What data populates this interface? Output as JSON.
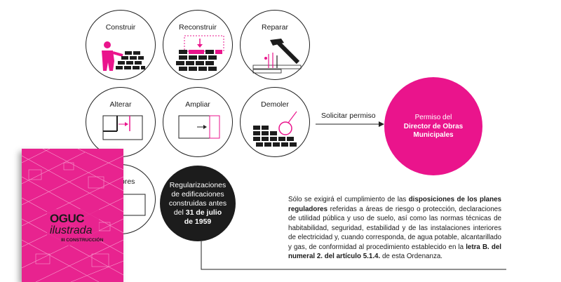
{
  "actions": {
    "construir": "Construir",
    "reconstruir": "Reconstruir",
    "reparar": "Reparar",
    "alterar": "Alterar",
    "ampliar": "Ampliar",
    "demoler": "Demoler",
    "menores": "Menores"
  },
  "regularizacion": {
    "line1": "Regularizaciones",
    "line2": "de edificaciones",
    "line3": "construidas antes",
    "line4_prefix": "del ",
    "line4_bold": "31 de julio",
    "line5_bold": "de 1959"
  },
  "arrow_label": "Solicitar permiso",
  "permiso": {
    "line1": "Permiso del",
    "line2": "Director de Obras",
    "line3": "Municipales"
  },
  "note": {
    "p1": "Sólo se exigirá el cumplimiento de las ",
    "b1": "disposiciones de los planes reguladores",
    "p2": " referidas a áreas de riesgo o protección, declaraciones de utilidad pública y uso de suelo, así como las normas técnicas de habitabilidad, seguridad, estabilidad y de las instalaciones interiores de electricidad y, cuando corresponda, de agua potable, alcantarillado y gas, de conformidad al procedimiento establecido en la ",
    "b2": "letra B. del numeral 2. del artículo 5.1.4.",
    "p3": " de esta Ordenanza."
  },
  "book": {
    "title": "OGUC",
    "subtitle": "ilustrada",
    "volume": "III CONSTRUCCIÓN"
  },
  "colors": {
    "accent": "#ea148c",
    "dark": "#1c1c1c",
    "line": "#222222"
  }
}
